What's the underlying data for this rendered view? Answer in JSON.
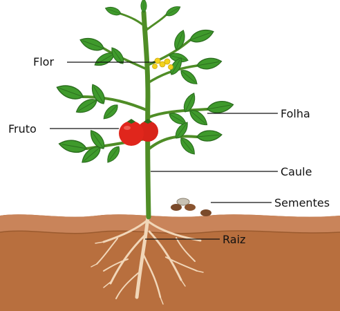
{
  "labels": {
    "flor": "Flor",
    "fruto": "Fruto",
    "folha": "Folha",
    "caule": "Caule",
    "sementes": "Sementes",
    "raiz": "Raiz"
  },
  "colors": {
    "soil_top": "#c9845a",
    "soil_body": "#b86f3e",
    "soil_dark": "#9a5a2e",
    "leaf": "#3f9a2c",
    "leaf_dark": "#2b6d1e",
    "stem": "#4f8d26",
    "fruit": "#e0261c",
    "flower": "#f3d21c",
    "root": "#f1d6b8",
    "seed": "#7a4a2a",
    "label_line": "#111111"
  }
}
